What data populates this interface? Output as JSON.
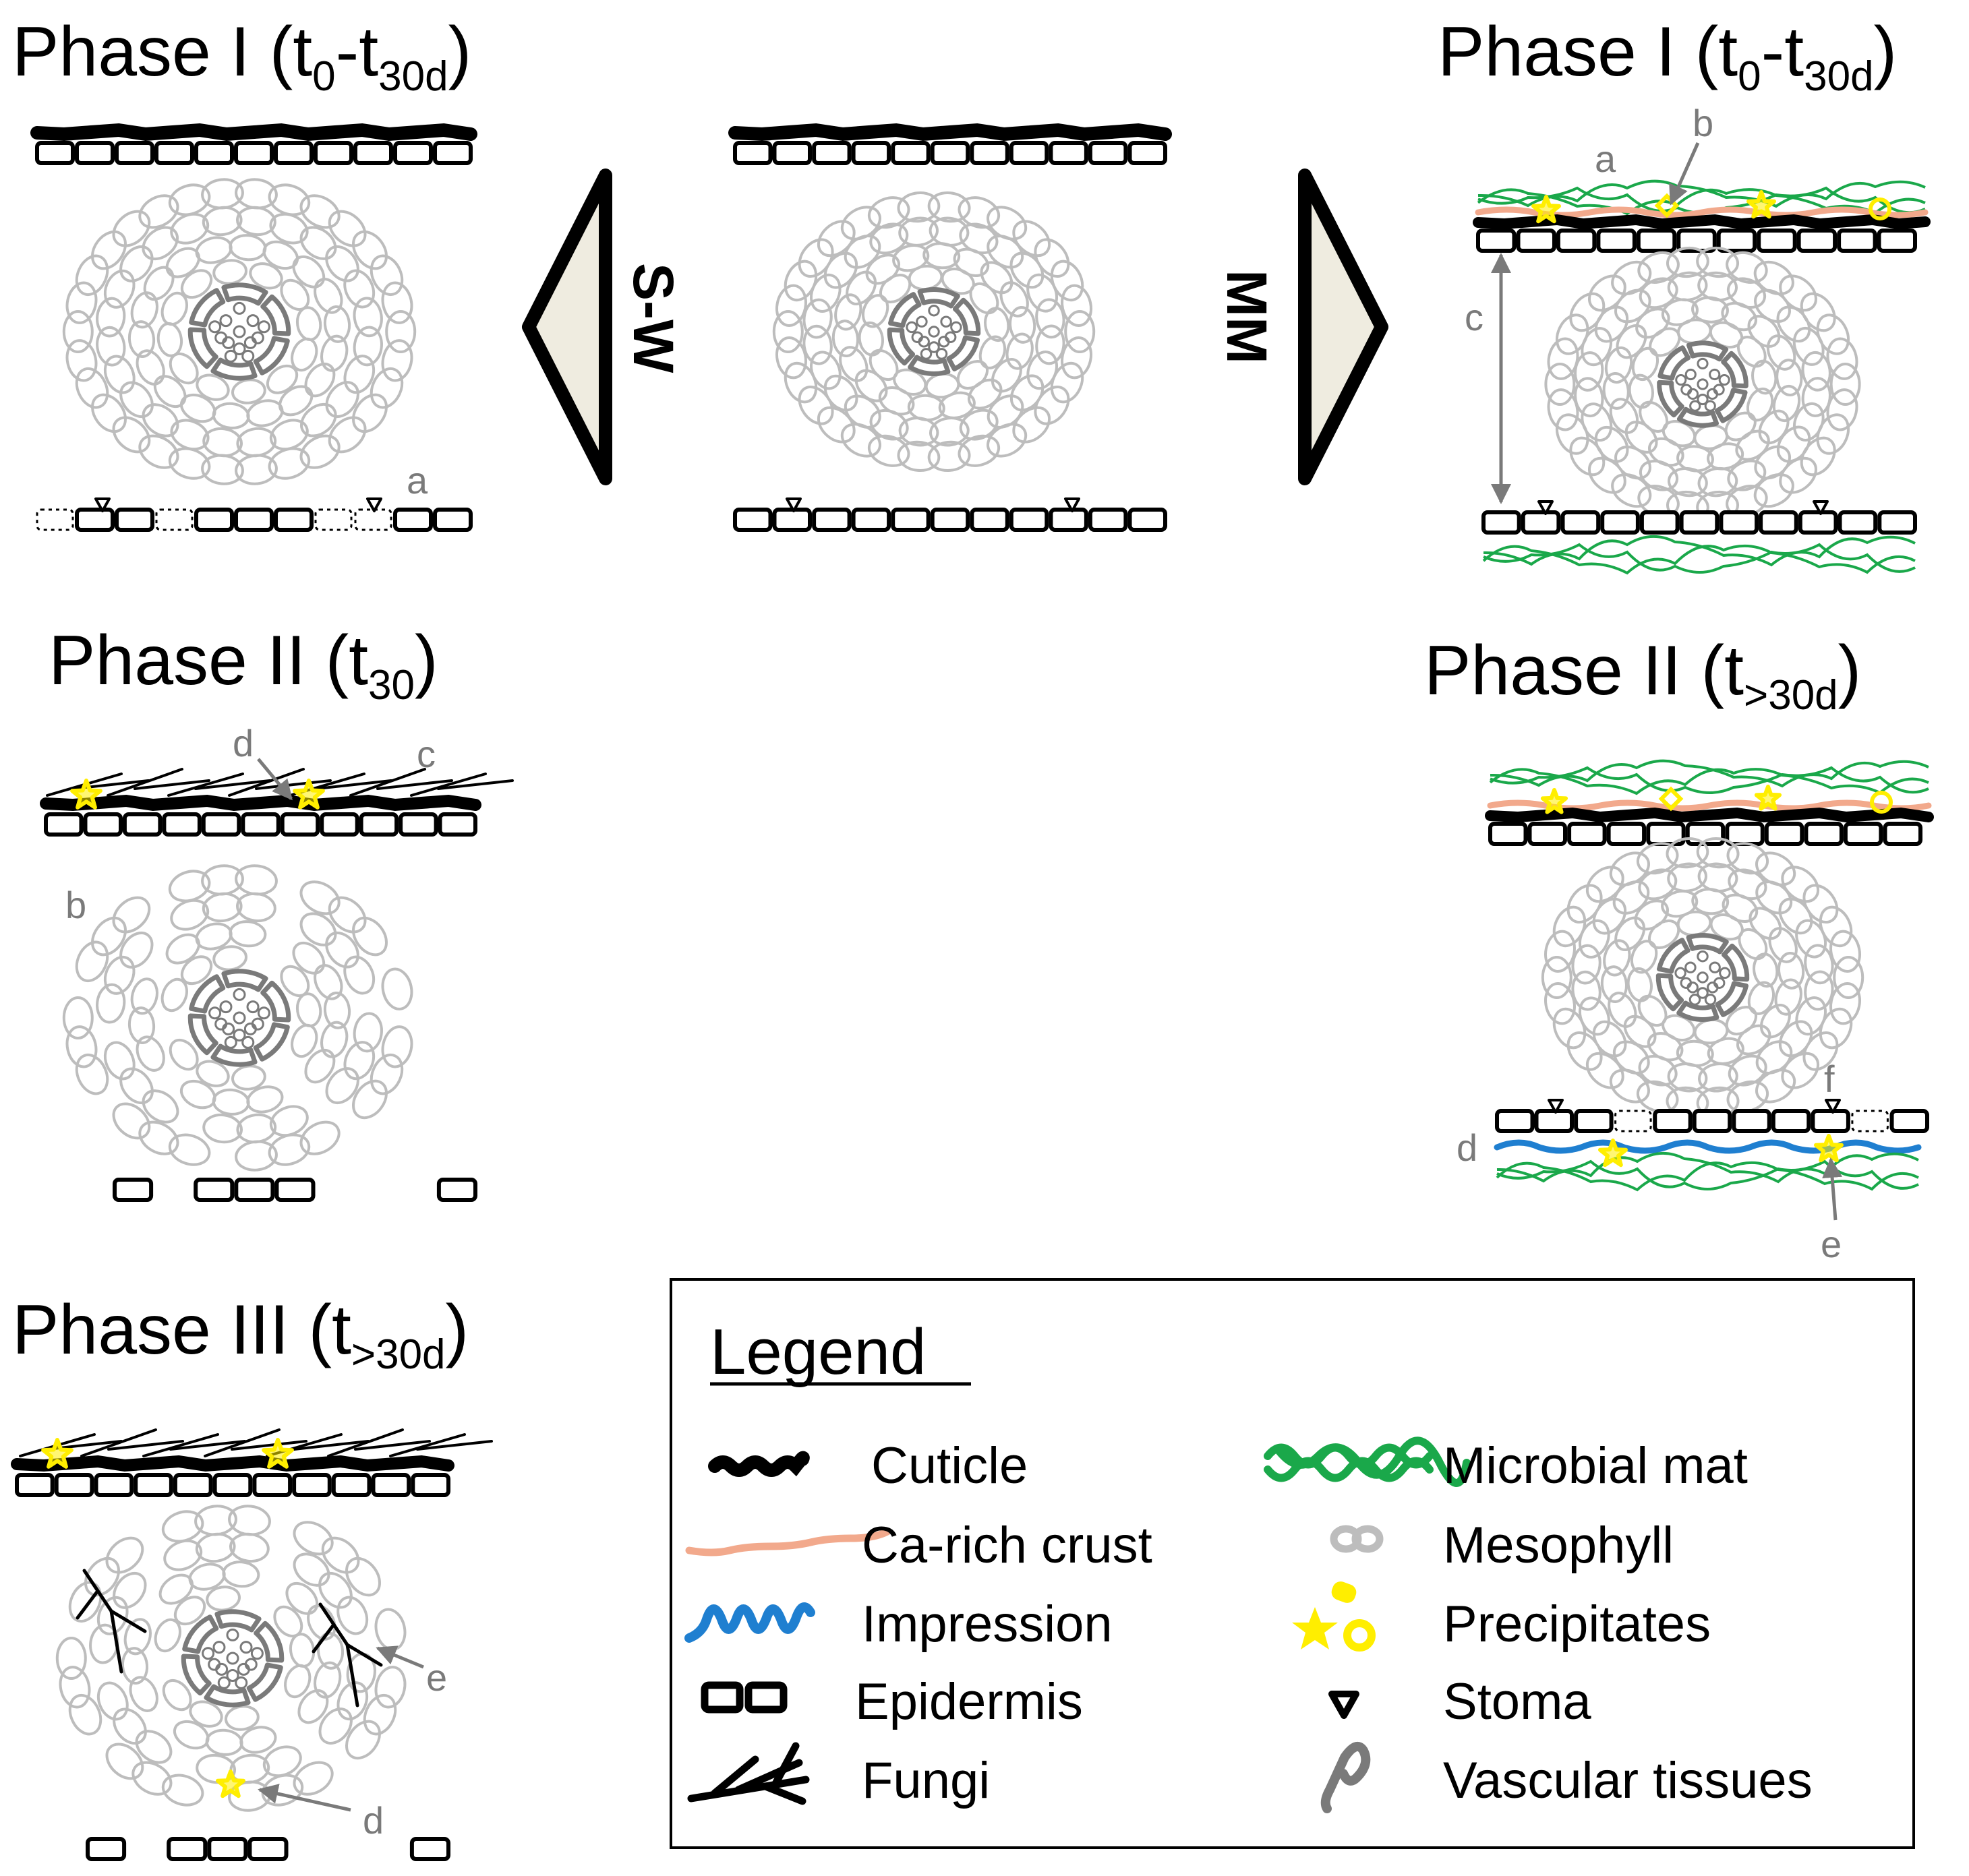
{
  "panels": {
    "sw1": {
      "main": "Phase I (t",
      "sub1": "0",
      "mid": "-t",
      "sub2": "30d",
      "end": ")"
    },
    "sw2": {
      "main": "Phase II (t",
      "sub": "30",
      "end": ")"
    },
    "sw3": {
      "main": "Phase III (t",
      "sub": ">30d",
      "end": ")"
    },
    "mm1": {
      "main": "Phase I (t",
      "sub1": "0",
      "mid": "-t",
      "sub2": "30d",
      "end": ")"
    },
    "mm2": {
      "main": "Phase II (t",
      "sub": ">30d",
      "end": ")"
    }
  },
  "arrows": {
    "left": "S-W",
    "right": "MM"
  },
  "annotations": {
    "a": "a",
    "b": "b",
    "c": "c",
    "d": "d",
    "e": "e",
    "f": "f"
  },
  "legend": {
    "title": "Legend",
    "items": [
      {
        "label": "Cuticle",
        "icon": "cuticle-icon"
      },
      {
        "label": "Ca-rich crust",
        "icon": "crust-icon"
      },
      {
        "label": "Impression",
        "icon": "impression-icon"
      },
      {
        "label": "Epidermis",
        "icon": "epidermis-icon"
      },
      {
        "label": "Fungi",
        "icon": "fungi-icon"
      },
      {
        "label": "Microbial mat",
        "icon": "microbial-mat-icon"
      },
      {
        "label": "Mesophyll",
        "icon": "mesophyll-icon"
      },
      {
        "label": "Precipitates",
        "icon": "precipitates-icon"
      },
      {
        "label": "Stoma",
        "icon": "stoma-icon"
      },
      {
        "label": "Vascular tissues",
        "icon": "vascular-icon"
      }
    ]
  },
  "colors": {
    "cuticle": "#000000",
    "crust": "#f2a98c",
    "impression": "#1f7fd0",
    "mat": "#1aa84a",
    "precipitate": "#ffee00",
    "mesophyll": "#bdbdbd",
    "vascular": "#7a7a7a",
    "annotation": "#7a7a7a",
    "arrowFill": "#efece0"
  }
}
